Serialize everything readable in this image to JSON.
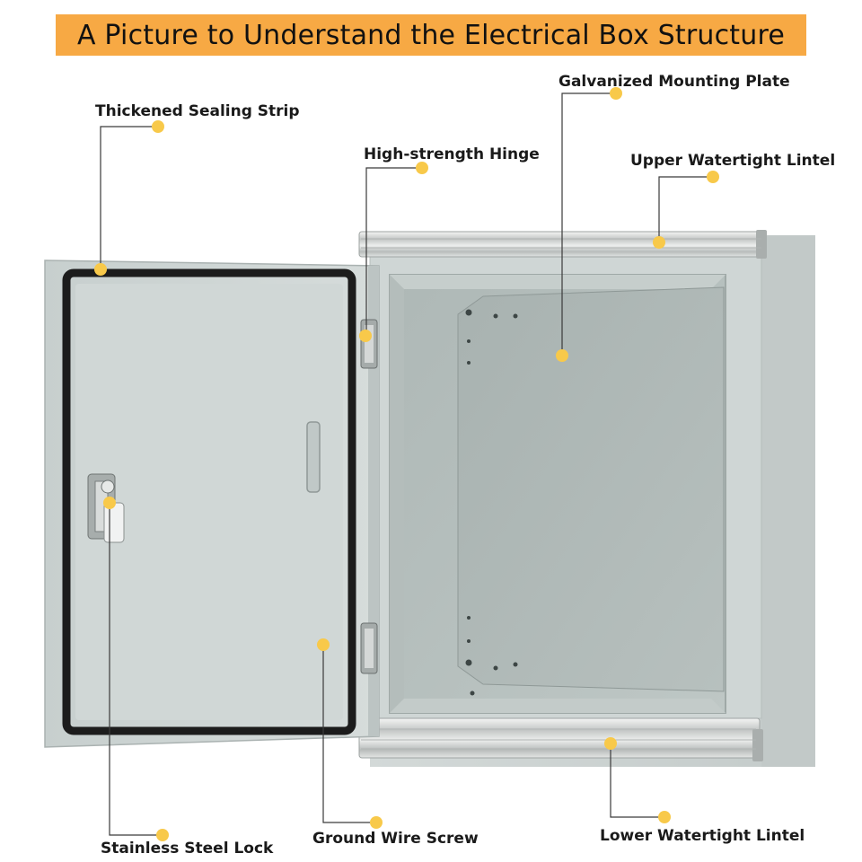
{
  "title": "A Picture to Understand the Electrical Box Structure",
  "labels": {
    "sealing_strip": "Thickened Sealing Strip",
    "mounting_plate": "Galvanized Mounting Plate",
    "hinge": "High-strength Hinge",
    "upper_lintel": "Upper Watertight Lintel",
    "lock": "Stainless Steel Lock",
    "ground_screw": "Ground Wire Screw",
    "lower_lintel": "Lower Watertight Lintel"
  },
  "colors": {
    "title_bar": "#f7a944",
    "marker": "#f8c94a",
    "enclosure": "#c9d0cf",
    "sealing": "#1c1c1c",
    "lintel": "#d2d4d3"
  }
}
